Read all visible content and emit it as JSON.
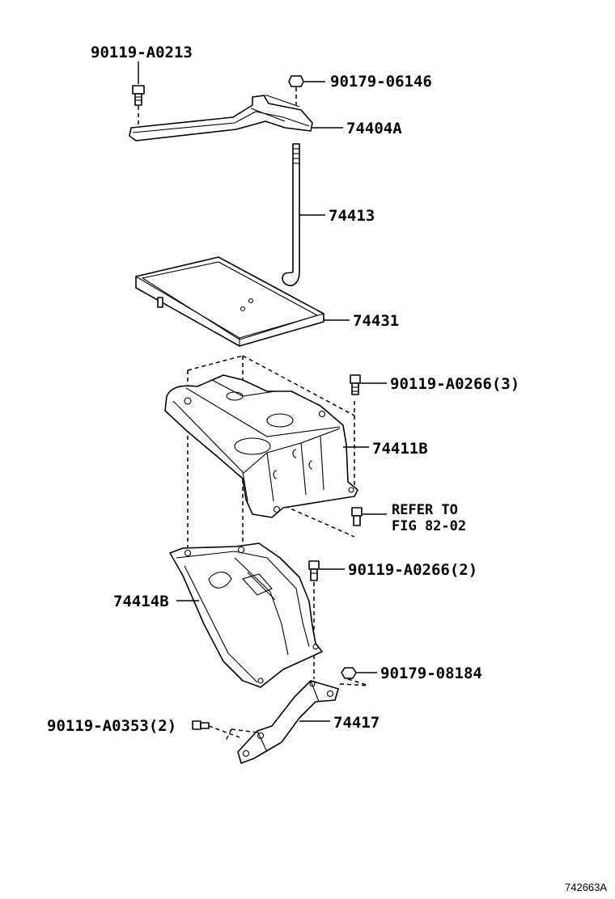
{
  "labels": {
    "bolt_top": "90119-A0213",
    "nut_top": "90179-06146",
    "clamp": "74404A",
    "rod": "74413",
    "tray": "74431",
    "bolt_carrier": "90119-A0266(3)",
    "carrier": "74411B",
    "refer_line1": "REFER TO",
    "refer_line2": "FIG 82-02",
    "bolt_lower": "90119-A0266(2)",
    "lower_carrier": "74414B",
    "nut_lower": "90179-08184",
    "bolt_bracket": "90119-A0353(2)",
    "bracket": "74417",
    "diagram_id": "742663A"
  }
}
